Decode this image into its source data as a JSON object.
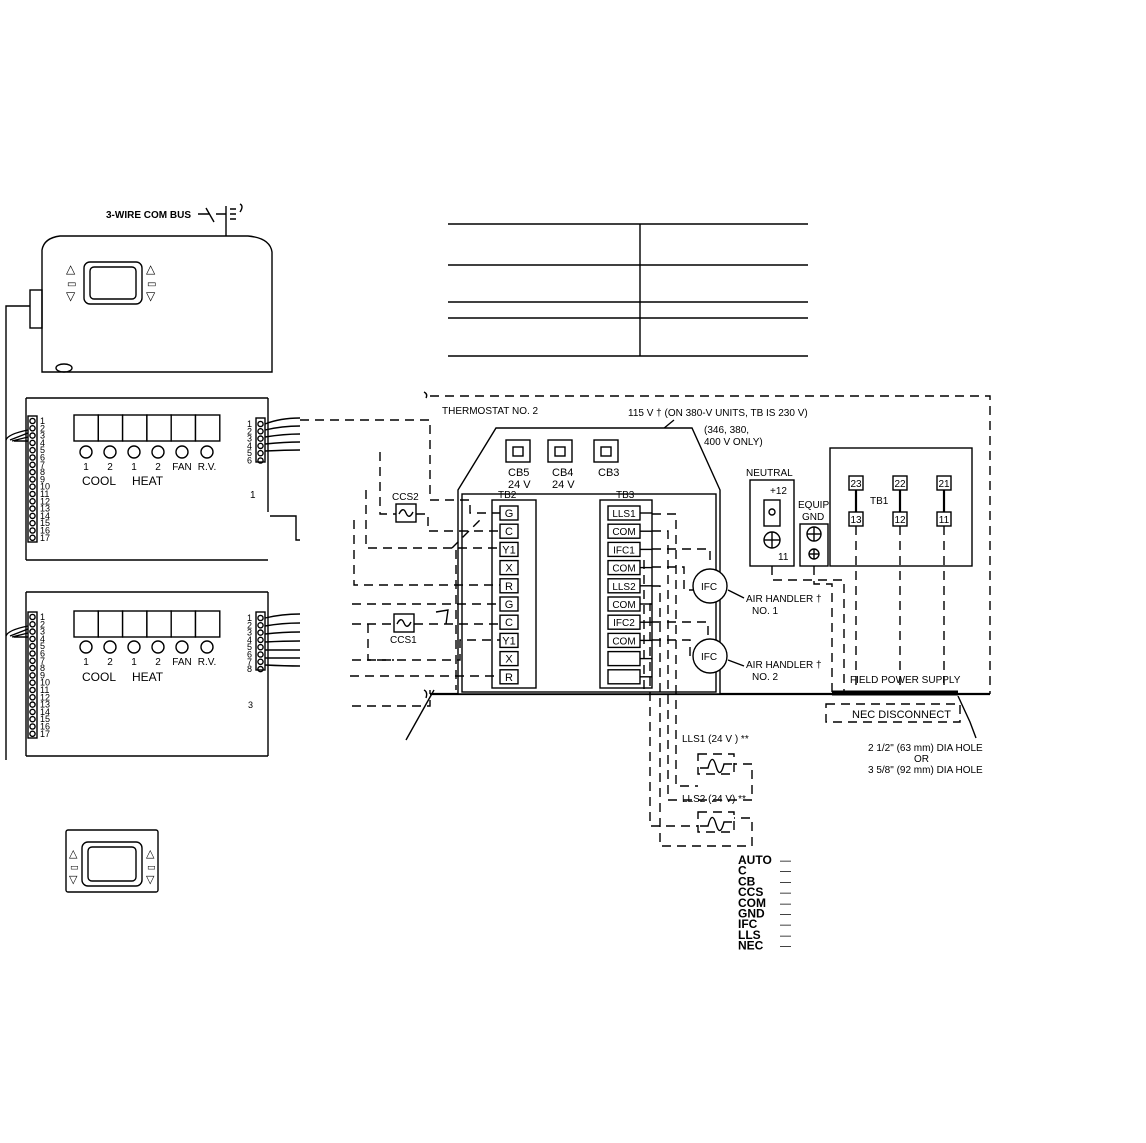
{
  "bus_label": "3-WIRE COM BUS",
  "controller_1": {
    "stage_labels": [
      "1",
      "2",
      "1",
      "2",
      "FAN",
      "R.V."
    ],
    "mode_cool": "COOL",
    "mode_heat": "HEAT",
    "left_pins": [
      "1",
      "2",
      "3",
      "4",
      "5",
      "6",
      "7",
      "8",
      "9",
      "10",
      "11",
      "12",
      "13",
      "14",
      "15",
      "16",
      "17"
    ],
    "right_pins": [
      "1",
      "2",
      "3",
      "4",
      "5",
      "6"
    ],
    "unit_number": "1"
  },
  "controller_2": {
    "stage_labels": [
      "1",
      "2",
      "1",
      "2",
      "FAN",
      "R.V."
    ],
    "mode_cool": "COOL",
    "mode_heat": "HEAT",
    "left_pins": [
      "1",
      "2",
      "3",
      "4",
      "5",
      "6",
      "7",
      "8",
      "9",
      "10",
      "11",
      "12",
      "13",
      "14",
      "15",
      "16",
      "17"
    ],
    "right_pins": [
      "1",
      "2",
      "3",
      "4",
      "5",
      "6",
      "7",
      "8"
    ],
    "unit_number": "3"
  },
  "thermostat_symbols": {
    "up": "△",
    "dash": "▭",
    "down": "▽"
  },
  "thermostat_label": "THERMOSTAT NO. 2",
  "power_note": "115 V † (ON 380-V UNITS, TB IS 230 V)",
  "voltage_note": [
    "(346, 380,",
    "400 V ONLY)"
  ],
  "breakers": [
    {
      "name": "CB5",
      "rating": "24 V"
    },
    {
      "name": "CB4",
      "rating": "24 V"
    },
    {
      "name": "CB3",
      "rating": ""
    }
  ],
  "tb2": {
    "name": "TB2",
    "terminals": [
      "G",
      "C",
      "Y1",
      "X",
      "R",
      "G",
      "C",
      "Y1",
      "X",
      "R"
    ]
  },
  "tb3": {
    "name": "TB3",
    "terminals": [
      "LLS1",
      "COM",
      "IFC1",
      "COM",
      "LLS2",
      "COM",
      "IFC2",
      "COM",
      "",
      ""
    ]
  },
  "ccs": [
    "CCS2",
    "CCS1"
  ],
  "ifc_label": "IFC",
  "air_handlers": [
    {
      "line1": "AIR HANDLER †",
      "line2": "NO. 1"
    },
    {
      "line1": "AIR HANDLER †",
      "line2": "NO. 2"
    }
  ],
  "neutral": {
    "label": "NEUTRAL",
    "top": "+12",
    "bottom": "11"
  },
  "equip_gnd": [
    "EQUIP",
    "GND"
  ],
  "tb1": {
    "name": "TB1",
    "top": [
      "23",
      "22",
      "21"
    ],
    "bottom": [
      "13",
      "12",
      "11"
    ]
  },
  "field_power": "FIELD POWER SUPPLY",
  "nec_disconnect": "NEC DISCONNECT",
  "hole_note": [
    "2 1/2\" (63 mm) DIA HOLE",
    "OR",
    "3 5/8\" (92 mm) DIA HOLE"
  ],
  "lls_labels": [
    "LLS1 (24 V ) **",
    "LLS2 (24 V) **"
  ],
  "legend": [
    "AUTO",
    "C",
    "CB",
    "CCS",
    "COM",
    "GND",
    "IFC",
    "LLS",
    "NEC"
  ],
  "legend_dash": "—"
}
